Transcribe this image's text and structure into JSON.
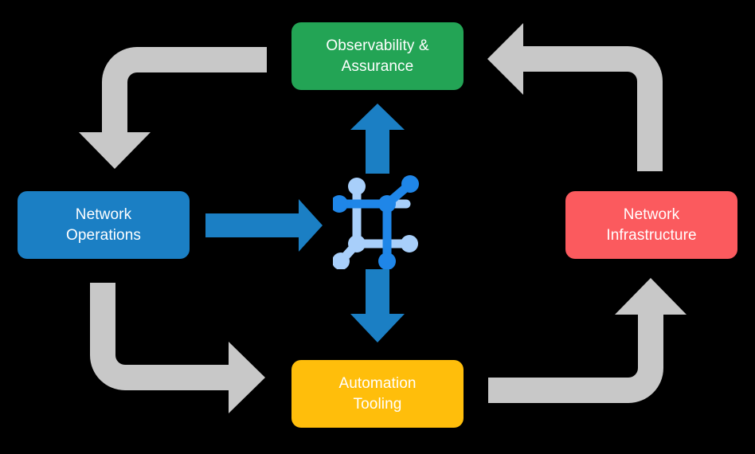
{
  "diagram": {
    "type": "cycle-flow",
    "background_color": "#000000",
    "nodes": [
      {
        "id": "observability",
        "label": "Observability &\nAssurance",
        "color": "#23a455",
        "text_color": "#ffffff",
        "position": "top"
      },
      {
        "id": "network-operations",
        "label": "Network\nOperations",
        "color": "#1b7fc4",
        "text_color": "#ffffff",
        "position": "left"
      },
      {
        "id": "network-infrastructure",
        "label": "Network\nInfrastructure",
        "color": "#fb5a5e",
        "text_color": "#ffffff",
        "position": "right"
      },
      {
        "id": "automation-tooling",
        "label": "Automation\nTooling",
        "color": "#ffbe0b",
        "text_color": "#ffffff",
        "position": "bottom"
      }
    ],
    "center": {
      "icon": "network-topology-icon",
      "primary_color": "#1f86e8",
      "secondary_color": "#a8cffa"
    },
    "connectors": {
      "direct_arrow_color": "#1b7fc4",
      "cycle_arrow_color": "#c8c8c8",
      "direct_arrows": [
        {
          "id": "operations-to-center",
          "direction": "right"
        },
        {
          "id": "center-to-observability",
          "direction": "up"
        },
        {
          "id": "center-to-automation",
          "direction": "down"
        }
      ],
      "cycle_arrows": [
        {
          "id": "observability-to-operations",
          "direction": "down"
        },
        {
          "id": "operations-to-automation",
          "direction": "right"
        },
        {
          "id": "automation-to-infrastructure",
          "direction": "up"
        },
        {
          "id": "infrastructure-to-observability",
          "direction": "left"
        }
      ]
    }
  }
}
